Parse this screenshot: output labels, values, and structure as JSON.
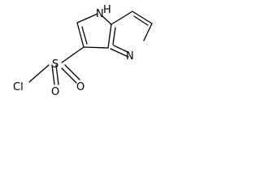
{
  "molecule": {
    "atoms": {
      "n_pyrrole": "N",
      "n_pyrrole_h": "H",
      "n_pyridine": "N",
      "sulfur": "S",
      "oxygen_left": "O",
      "oxygen_right": "O",
      "chlorine": "Cl"
    },
    "colors": {
      "bond": "#000000",
      "label": "#000000",
      "background": "#ffffff"
    }
  }
}
